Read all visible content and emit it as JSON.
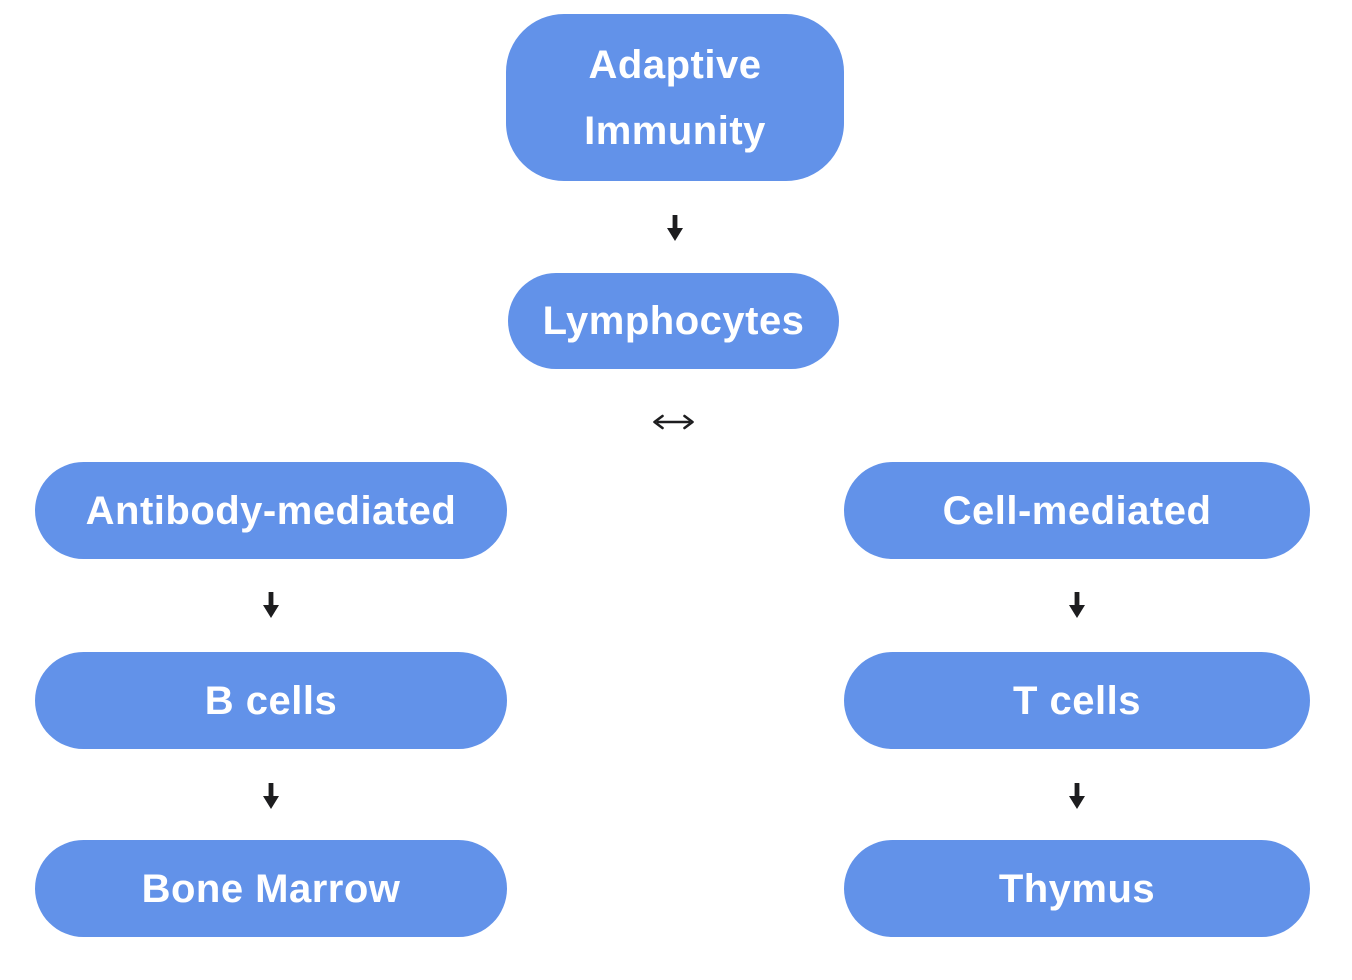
{
  "diagram": {
    "background_color": "#ffffff",
    "node_fill_color": "#6292e9",
    "node_text_color": "#ffffff",
    "arrow_color": "#1d1d1f",
    "nodes": [
      {
        "id": "adaptive-immunity",
        "label": "Adaptive Immunity"
      },
      {
        "id": "lymphocytes",
        "label": "Lymphocytes"
      },
      {
        "id": "antibody-mediated",
        "label": "Antibody-mediated"
      },
      {
        "id": "cell-mediated",
        "label": "Cell-mediated"
      },
      {
        "id": "b-cells",
        "label": "B cells"
      },
      {
        "id": "t-cells",
        "label": "T cells"
      },
      {
        "id": "bone-marrow",
        "label": "Bone Marrow"
      },
      {
        "id": "thymus",
        "label": "Thymus"
      }
    ],
    "edges": [
      {
        "from": "adaptive-immunity",
        "to": "lymphocytes",
        "type": "arrow-down"
      },
      {
        "from": "antibody-mediated",
        "to": "cell-mediated",
        "type": "arrow-double-horizontal"
      },
      {
        "from": "antibody-mediated",
        "to": "b-cells",
        "type": "arrow-down"
      },
      {
        "from": "b-cells",
        "to": "bone-marrow",
        "type": "arrow-down"
      },
      {
        "from": "cell-mediated",
        "to": "t-cells",
        "type": "arrow-down"
      },
      {
        "from": "t-cells",
        "to": "thymus",
        "type": "arrow-down"
      }
    ]
  }
}
